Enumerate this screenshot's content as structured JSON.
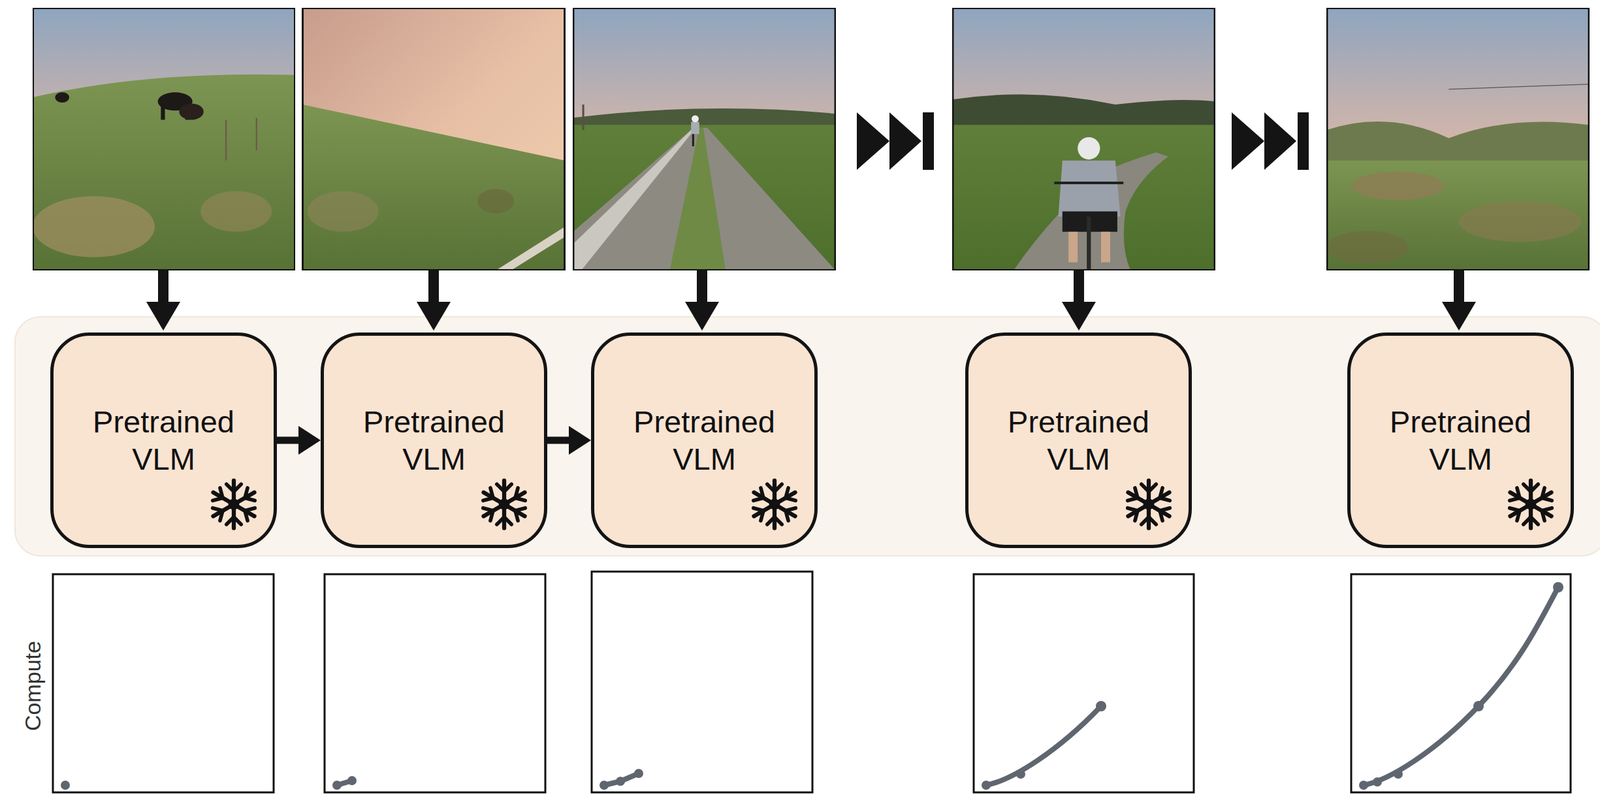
{
  "diagram": {
    "nodes": [
      {
        "text": [
          "Pretrained VLM"
        ]
      },
      {
        "text": [
          "Pretrained VLM"
        ]
      },
      {
        "text": [
          "Pretrained VLM"
        ]
      },
      {
        "text": [
          "Pretrained VLM"
        ]
      },
      {
        "text": [
          "Pretrained VLM"
        ]
      }
    ],
    "edges": [
      {
        "from": 0,
        "to": 1,
        "arrow": "to"
      },
      {
        "from": 1,
        "to": 2,
        "arrow": "to"
      }
    ],
    "labels": [
      "Compute"
    ]
  }
}
